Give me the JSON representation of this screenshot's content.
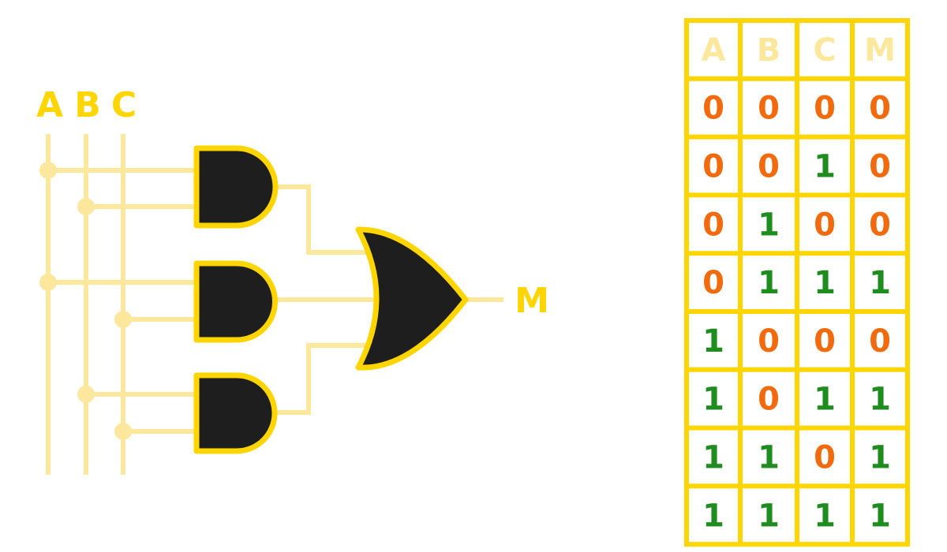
{
  "colors": {
    "wire": "#fce89c",
    "gate_fill": "#1e1e1e",
    "accent": "#ffd500",
    "header_text": "#fce89c",
    "zero": "#f26a0e",
    "one": "#1e8c1e"
  },
  "inputs": [
    {
      "label": "A"
    },
    {
      "label": "B"
    },
    {
      "label": "C"
    }
  ],
  "output_label": "M",
  "truth_table": {
    "headers": [
      "A",
      "B",
      "C",
      "M"
    ],
    "rows": [
      [
        "0",
        "0",
        "0",
        "0"
      ],
      [
        "0",
        "0",
        "1",
        "0"
      ],
      [
        "0",
        "1",
        "0",
        "0"
      ],
      [
        "0",
        "1",
        "1",
        "1"
      ],
      [
        "1",
        "0",
        "0",
        "0"
      ],
      [
        "1",
        "0",
        "1",
        "1"
      ],
      [
        "1",
        "1",
        "0",
        "1"
      ],
      [
        "1",
        "1",
        "1",
        "1"
      ]
    ]
  }
}
